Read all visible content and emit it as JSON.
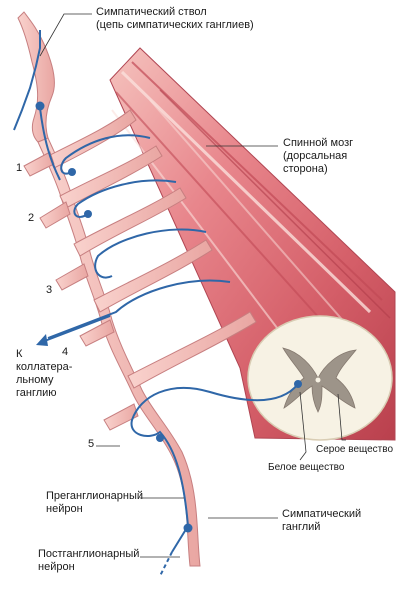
{
  "labels": {
    "sympathetic_trunk": [
      "Симпатический ствол",
      "(цепь симпатических ганглиев)"
    ],
    "spinal_cord": [
      "Спинной мозг",
      "(дорсальная",
      "сторона)"
    ],
    "collateral": [
      "К",
      "коллатера-",
      "льному",
      "ганглию"
    ],
    "gray_matter": "Серое вещество",
    "white_matter": "Белое вещество",
    "preganglionic": [
      "Преганглионарный",
      "нейрон"
    ],
    "postganglionic": [
      "Постганглионарный",
      "нейрон"
    ],
    "sympathetic_ganglion": [
      "Симпатический",
      "ганглий"
    ]
  },
  "numbers": [
    "1",
    "2",
    "3",
    "4",
    "5"
  ],
  "colors": {
    "cord_dark": "#c9505c",
    "cord_mid": "#e58a90",
    "cord_light": "#f6c2bf",
    "nerve": "#f2b8b3",
    "nerve_edge": "#c77f80",
    "neuron": "#2f67a8",
    "white_matter": "#f7f2e4",
    "gray_matter": "#9d9489",
    "leader": "#333333"
  }
}
